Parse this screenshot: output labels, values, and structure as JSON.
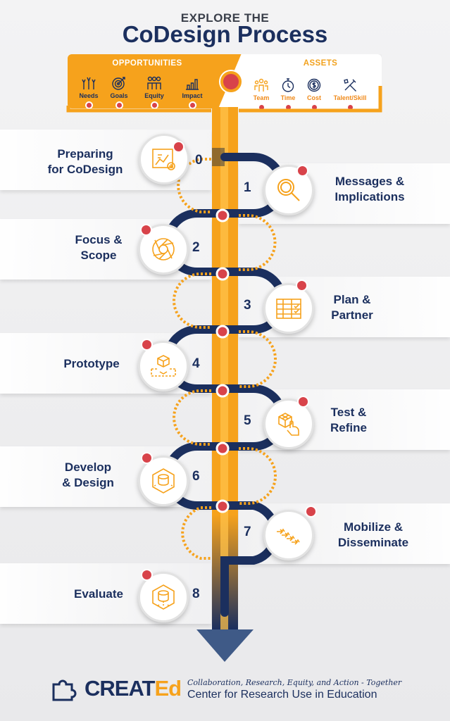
{
  "header": {
    "kicker": "EXPLORE THE",
    "title": "CoDesign Process"
  },
  "opportunities": {
    "label": "OPPORTUNITIES",
    "items": [
      {
        "label": "Needs",
        "icon": "raised-hands-icon"
      },
      {
        "label": "Goals",
        "icon": "target-icon"
      },
      {
        "label": "Equity",
        "icon": "people-group-icon"
      },
      {
        "label": "Impact",
        "icon": "bar-chart-icon"
      }
    ]
  },
  "assets": {
    "label": "ASSETS",
    "items": [
      {
        "label": "Team",
        "icon": "team-icon"
      },
      {
        "label": "Time",
        "icon": "stopwatch-icon"
      },
      {
        "label": "Cost",
        "icon": "coin-icon"
      },
      {
        "label": "Talent/Skill",
        "icon": "tools-icon"
      }
    ]
  },
  "steps": [
    {
      "num": "0",
      "label": "Preparing for CoDesign",
      "line1": "Preparing",
      "line2": "for CoDesign",
      "icon": "blueprint-icon"
    },
    {
      "num": "1",
      "label": "Messages & Implications",
      "line1": "Messages &",
      "line2": "Implications",
      "icon": "magnifier-icon"
    },
    {
      "num": "2",
      "label": "Focus & Scope",
      "line1": "Focus &",
      "line2": "Scope",
      "icon": "aperture-icon"
    },
    {
      "num": "3",
      "label": "Plan & Partner",
      "line1": "Plan &",
      "line2": "Partner",
      "icon": "checklist-icon"
    },
    {
      "num": "4",
      "label": "Prototype",
      "line1": "Prototype",
      "line2": "",
      "icon": "cube-blueprint-icon"
    },
    {
      "num": "5",
      "label": "Test & Refine",
      "line1": "Test &",
      "line2": "Refine",
      "icon": "hand-cube-icon"
    },
    {
      "num": "6",
      "label": "Develop & Design",
      "line1": "Develop",
      "line2": "& Design",
      "icon": "cylinder-design-icon"
    },
    {
      "num": "7",
      "label": "Mobilize & Disseminate",
      "line1": "Mobilize &",
      "line2": "Disseminate",
      "icon": "arrows-flow-icon"
    },
    {
      "num": "8",
      "label": "Evaluate",
      "line1": "Evaluate",
      "line2": "",
      "icon": "cylinder-eval-icon"
    }
  ],
  "footer": {
    "logo_main": "CREAT",
    "logo_accent": "Ed",
    "tagline": "Collaboration, Research, Equity, and Action - Together",
    "subtitle": "Center for Research Use in Education"
  },
  "colors": {
    "navy": "#1b2f5e",
    "orange": "#f6a21c",
    "red_dot": "#d8434a",
    "background": "#efeff1"
  }
}
